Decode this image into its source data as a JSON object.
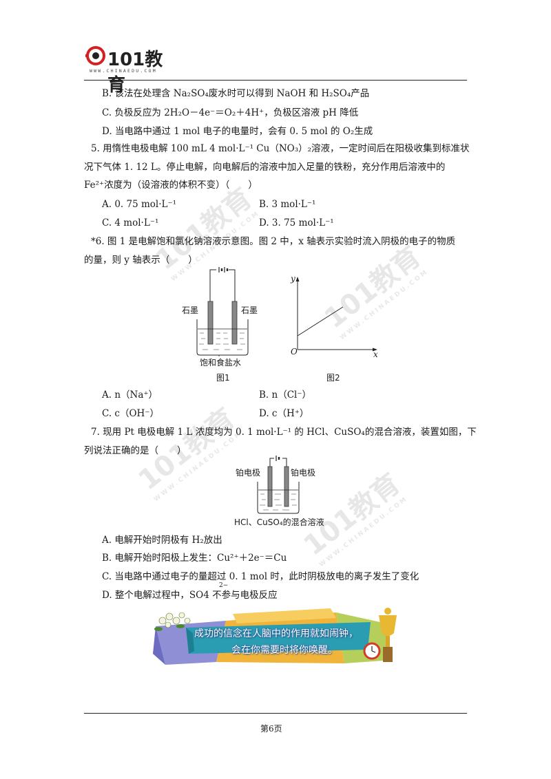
{
  "header": {
    "logo_text": "101教育",
    "logo_url": "WWW.CHINAEDU.COM"
  },
  "watermark": {
    "text": "101教育",
    "url": "WWW.CHINAEDU.COM"
  },
  "q4_options": {
    "B": "B. 该法在处理含 Na₂SO₄废水时可以得到 NaOH 和 H₂SO₄产品",
    "C": "C. 负极反应为 2H₂O－4e⁻＝O₂＋4H⁺，负极区溶液 pH 降低",
    "D": "D. 当电路中通过 1 mol 电子的电量时，会有 0. 5 mol 的 O₂生成"
  },
  "q5": {
    "line1": "5. 用惰性电极电解 100 mL 4 mol·L⁻¹ Cu（NO₃）₂溶液，一定时间后在阳极收集到标准状",
    "line2": "况下气体 1. 12 L。停止电解，向电解后的溶液中加入足量的铁粉，充分作用后溶液中的",
    "line3": "Fe²⁺浓度为（设溶液的体积不变）（　　）",
    "A": "A. 0. 75 mol·L⁻¹",
    "B": "B. 3 mol·L⁻¹",
    "C": "C. 4 mol·L⁻¹",
    "D": "D. 3. 75 mol·L⁻¹"
  },
  "q6": {
    "line1": "*6. 图 1 是电解饱和氯化钠溶液示意图。图 2 中，x 轴表示实验时流入阴极的电子的物质",
    "line2": "的量，则 y 轴表示（　　）",
    "fig1": {
      "left_electrode": "石墨",
      "right_electrode": "石墨",
      "solution": "饱和食盐水",
      "caption": "图1"
    },
    "fig2": {
      "y_axis": "y",
      "x_axis": "x",
      "origin": "O",
      "caption": "图2"
    },
    "A": "A. n（Na⁺）",
    "B": "B. n（Cl⁻）",
    "C": "C. c（OH⁻）",
    "D": "D. c（H⁺）"
  },
  "q7": {
    "line1": "7. 现用 Pt 电极电解 1 L 浓度均为 0. 1 mol·L⁻¹ 的 HCl、CuSO₄的混合溶液，装置如图，下",
    "line2": "列说法正确的是（　　）",
    "fig": {
      "left_electrode": "铂电极",
      "right_electrode": "铂电极",
      "solution": "HCl、CuSO₄的混合溶液"
    },
    "A": "A. 电解开始时阴极有 H₂放出",
    "B": "B. 电解开始时阳极上发生：Cu²⁺＋2e⁻＝Cu",
    "C": "C. 当电路中通过电子的量超过 0. 1 mol 时，此时阴极放电的离子发生了变化",
    "D": "D. 整个电解过程中，SO4  不参与电极反应",
    "D_sup": "2−"
  },
  "banner": {
    "line1": "成功的信念在人脑中的作用就如闹钟，",
    "line2": "会在你需要时将你唤醒。"
  },
  "footer": {
    "page": "第6页"
  }
}
